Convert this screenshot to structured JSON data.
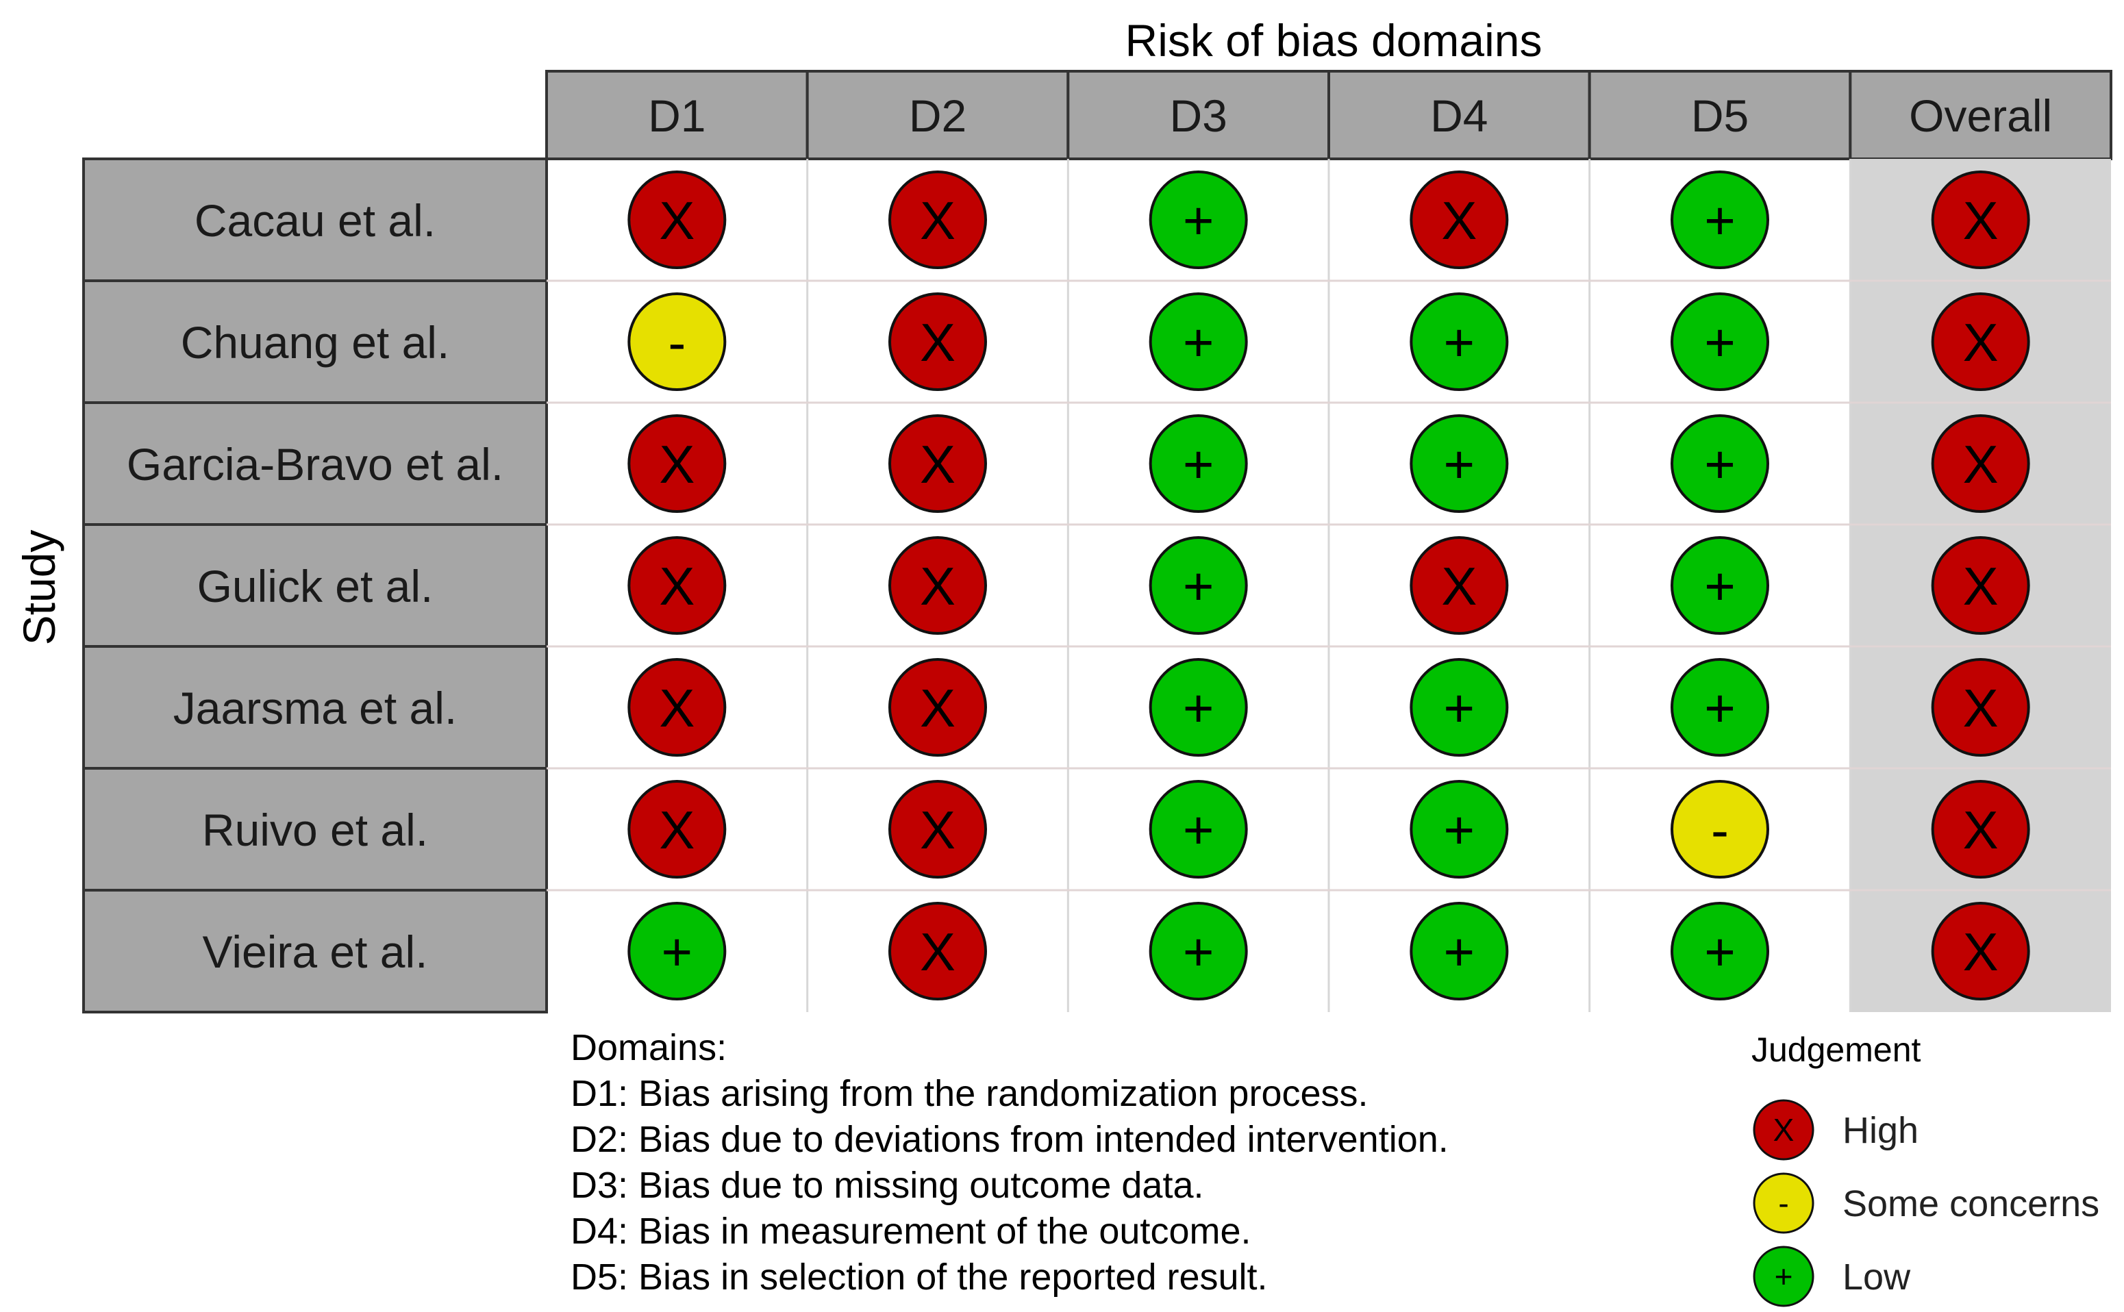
{
  "chart_data": {
    "type": "table",
    "title": "Risk of bias domains",
    "ylabel": "Study",
    "columns": [
      "D1",
      "D2",
      "D3",
      "D4",
      "D5",
      "Overall"
    ],
    "studies": [
      {
        "name": "Cacau et al.",
        "judgements": [
          "High",
          "High",
          "Low",
          "High",
          "Low",
          "High"
        ]
      },
      {
        "name": "Chuang et al.",
        "judgements": [
          "Some concerns",
          "High",
          "Low",
          "Low",
          "Low",
          "High"
        ]
      },
      {
        "name": "Garcia-Bravo et al.",
        "judgements": [
          "High",
          "High",
          "Low",
          "Low",
          "Low",
          "High"
        ]
      },
      {
        "name": "Gulick et al.",
        "judgements": [
          "High",
          "High",
          "Low",
          "High",
          "Low",
          "High"
        ]
      },
      {
        "name": "Jaarsma et al.",
        "judgements": [
          "High",
          "High",
          "Low",
          "Low",
          "Low",
          "High"
        ]
      },
      {
        "name": "Ruivo et al.",
        "judgements": [
          "High",
          "High",
          "Low",
          "Low",
          "Some concerns",
          "High"
        ]
      },
      {
        "name": "Vieira et al.",
        "judgements": [
          "Low",
          "High",
          "Low",
          "Low",
          "Low",
          "High"
        ]
      }
    ],
    "domains_title": "Domains:",
    "domains": [
      "D1: Bias arising from the randomization process.",
      "D2: Bias due to deviations from intended intervention.",
      "D3: Bias due to missing outcome data.",
      "D4: Bias in measurement of the outcome.",
      "D5: Bias in selection of the reported result."
    ],
    "legend_title": "Judgement",
    "legend": [
      {
        "label": "High",
        "symbol": "X",
        "color": "#c00000"
      },
      {
        "label": "Some concerns",
        "symbol": "-",
        "color": "#e6e000"
      },
      {
        "label": "Low",
        "symbol": "+",
        "color": "#00c000"
      }
    ],
    "colors": {
      "High": "#c00000",
      "Some concerns": "#e6e000",
      "Low": "#00c000",
      "header_bg": "#a6a6a6",
      "overall_bg": "#d4d4d4"
    },
    "symbols": {
      "High": "X",
      "Some concerns": "-",
      "Low": "+"
    }
  }
}
